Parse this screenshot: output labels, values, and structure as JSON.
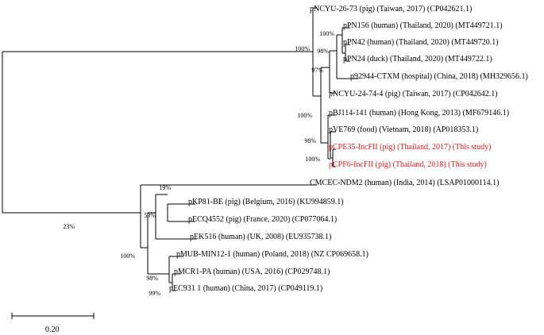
{
  "colors": {
    "line": "#000000",
    "text": "#000000",
    "highlight": "#e8191f"
  },
  "leaves": [
    {
      "id": "l1",
      "label": "pNCYU-26-73 (pig) (Taiwan, 2017) (CP042621.1)",
      "highlight": false
    },
    {
      "id": "l2",
      "label": "pPN156 (human) (Thailand, 2020) (MT449721.1)",
      "highlight": false
    },
    {
      "id": "l3",
      "label": "pPN42 (human) (Thailand, 2020) (MT449720.1)",
      "highlight": false
    },
    {
      "id": "l4",
      "label": "pPN24 (duck) (Thailand, 2020) (MT449722.1)",
      "highlight": false
    },
    {
      "id": "l5",
      "label": "p92944-CTXM (hospital) (China, 2018) (MH329656.1)",
      "highlight": false
    },
    {
      "id": "l6",
      "label": "pNCYU-24-74-4 (pig) (Taiwan, 2017) (CP042642.1)",
      "highlight": false
    },
    {
      "id": "l7",
      "label": "pBJ114-141 (human) (Hong Kong, 2013) (MF679146.1)",
      "highlight": false
    },
    {
      "id": "l8",
      "label": "pVE769 (food) (Vietnam, 2018) (AP018353.1)",
      "highlight": false
    },
    {
      "id": "l9",
      "label": "pCPE35-IncFII (pig) (Thailand, 2017) (This study)",
      "highlight": true
    },
    {
      "id": "l10",
      "label": "pCPF6-IncFII (pig) (Thailand, 2018) (This study)",
      "highlight": true
    },
    {
      "id": "l11",
      "label": "CMCEC-NDM2 (human) (India, 2014) (LSAP01000114.1)",
      "highlight": false
    },
    {
      "id": "l12",
      "label": "pKP81-BE (pig) (Belgium, 2016) (KU994859.1)",
      "highlight": false
    },
    {
      "id": "l13",
      "label": "pECQ4552 (pig) (France, 2020) (CP077064.1)",
      "highlight": false
    },
    {
      "id": "l14",
      "label": "pEK516 (human) (UK, 2008) (EU935738.1)",
      "highlight": false
    },
    {
      "id": "l15",
      "label": "pMUB-MIN12-1 (human) (Poland, 2018) (NZ CP069658.1)",
      "highlight": false
    },
    {
      "id": "l16",
      "label": "pMCR1-PA (human) (USA, 2016) (CP029748.1)",
      "highlight": false
    },
    {
      "id": "l17",
      "label": "pEC931 1 (human) (China, 2017) (CP049119.1)",
      "highlight": false
    }
  ],
  "supports": [
    {
      "id": "s100a",
      "label": "100%"
    },
    {
      "id": "s98a",
      "label": "98%"
    },
    {
      "id": "s100b",
      "label": "100%"
    },
    {
      "id": "s97",
      "label": "97%"
    },
    {
      "id": "s100c",
      "label": "100%"
    },
    {
      "id": "s98b",
      "label": "98%"
    },
    {
      "id": "s100d",
      "label": "100%"
    },
    {
      "id": "s23",
      "label": "23%"
    },
    {
      "id": "s19",
      "label": "19%"
    },
    {
      "id": "s53",
      "label": "53%"
    },
    {
      "id": "s100e",
      "label": "100%"
    },
    {
      "id": "s98c",
      "label": "98%"
    },
    {
      "id": "s99",
      "label": "99%"
    }
  ],
  "scale_bar": {
    "label": "0.20"
  }
}
